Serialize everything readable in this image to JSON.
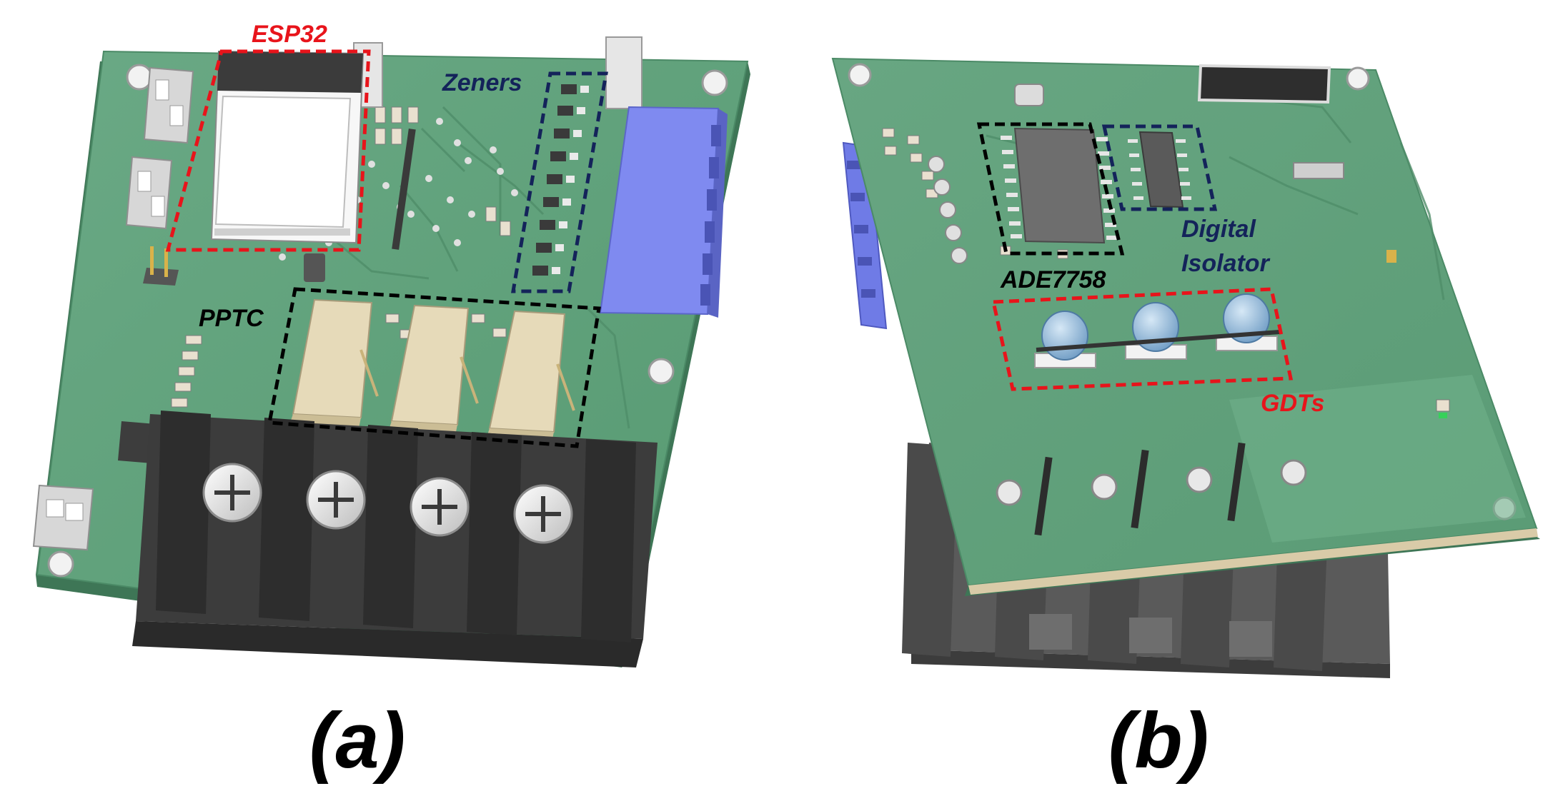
{
  "panels": [
    {
      "caption": "(a)",
      "callouts": [
        {
          "label": "ESP32",
          "color": "#e8141b"
        },
        {
          "label": "Zeners",
          "color": "#14235a"
        },
        {
          "label": "PPTC",
          "color": "#000000"
        }
      ]
    },
    {
      "caption": "(b)",
      "callouts": [
        {
          "label": "ADE7758",
          "color": "#000000"
        },
        {
          "label": "Digital",
          "color": "#14235a"
        },
        {
          "label": "Isolator",
          "color": "#14235a"
        },
        {
          "label": "GDTs",
          "color": "#e8141b"
        }
      ]
    }
  ],
  "colors": {
    "pcb": "#5e9e78",
    "pcb_edge": "#3f7a58",
    "terminal_block": "#3a3a3a",
    "header_blue": "#7a86e8",
    "pptc": "#e3d6b4",
    "gdt": "#9ec3e0"
  }
}
